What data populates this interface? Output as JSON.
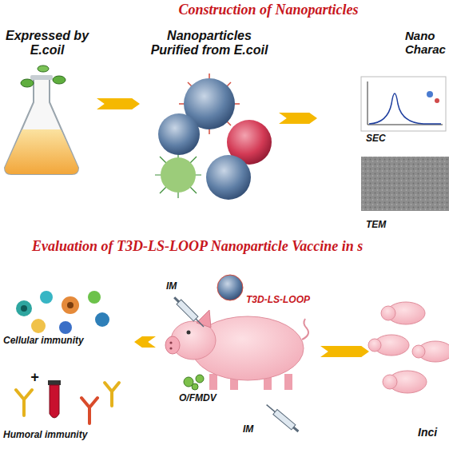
{
  "diagram": {
    "title": "Construction of Nanoparticles",
    "nodes": [
      {
        "text": [
          "Expressed by E.coil"
        ]
      },
      {
        "text": [
          "Nanoparticles Purified from E.coil"
        ]
      },
      {
        "text": [
          "Nano Charac",
          "SEC",
          "TEM"
        ]
      },
      {
        "text": [
          "Cellular immunity",
          "Humoral immunity"
        ]
      },
      {
        "text": [
          "IM",
          "T3D-LS-LOOP",
          "IM",
          "O/FMDV"
        ]
      },
      {
        "text": [
          "Inci"
        ]
      }
    ],
    "edges": [
      {
        "from": 0,
        "to": 1,
        "arrow": "to"
      },
      {
        "from": 1,
        "to": 2,
        "arrow": "to"
      },
      {
        "from": 4,
        "to": 3,
        "arrow": "to"
      },
      {
        "from": 4,
        "to": 5,
        "arrow": "to"
      }
    ],
    "labels": [
      "Evaluation of T3D-LS-LOOP Nanoparticle Vaccine in s",
      "+"
    ]
  }
}
